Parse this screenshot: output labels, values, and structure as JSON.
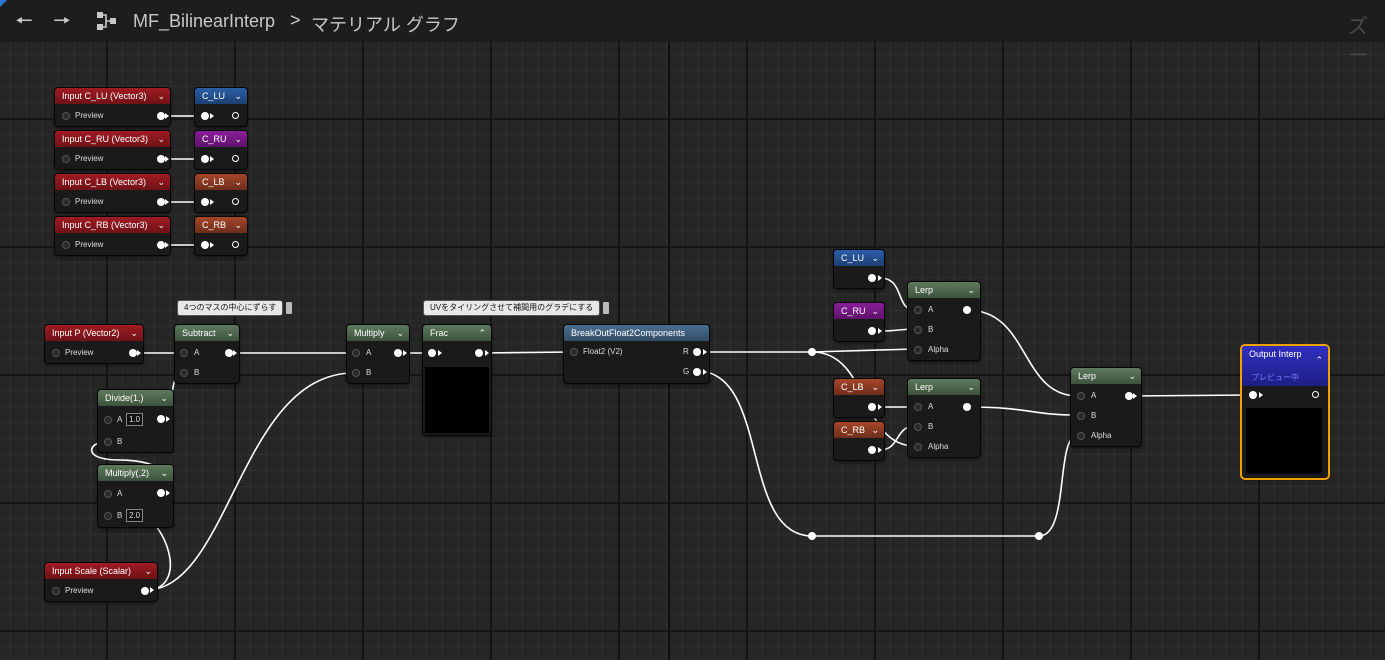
{
  "toolbar": {
    "asset_name": "MF_BilinearInterp",
    "separator": ">",
    "graph_name": "マテリアル グラフ",
    "zoom_label": "ズー",
    "back_icon": "arrow-left-icon",
    "forward_icon": "arrow-right-icon",
    "graph_icon": "graph-hierarchy-icon"
  },
  "colors": {
    "input_header": "#a01c22",
    "math_header": "#5e7a5e",
    "param_lu": "#2b5ea8",
    "param_ru": "#8a1e9a",
    "param_lb": "#a5472a",
    "break_header": "#4b6f91",
    "output_header": "#3030c0",
    "output_border": "#f0a000",
    "wire": "#ffffff"
  },
  "comments": {
    "subtract": "4つのマスの中心にずらす",
    "frac": "UVをタイリングさせて補間用のグラデにする"
  },
  "nodes": {
    "input_c_lu": {
      "title": "Input C_LU (Vector3)",
      "pin": "Preview"
    },
    "input_c_ru": {
      "title": "Input C_RU (Vector3)",
      "pin": "Preview"
    },
    "input_c_lb": {
      "title": "Input C_LB (Vector3)",
      "pin": "Preview"
    },
    "input_c_rb": {
      "title": "Input C_RB (Vector3)",
      "pin": "Preview"
    },
    "named_lu": {
      "title": "C_LU"
    },
    "named_ru": {
      "title": "C_RU"
    },
    "named_lb": {
      "title": "C_LB"
    },
    "named_rb": {
      "title": "C_RB"
    },
    "input_p": {
      "title": "Input P (Vector2)",
      "pin": "Preview"
    },
    "subtract": {
      "title": "Subtract",
      "pin_a": "A",
      "pin_b": "B"
    },
    "divide": {
      "title": "Divide(1,)",
      "pin_a": "A",
      "value_a": "1.0",
      "pin_b": "B"
    },
    "multiply2": {
      "title": "Multiply(,2)",
      "pin_a": "A",
      "pin_b": "B",
      "value_b": "2.0"
    },
    "input_scale": {
      "title": "Input Scale (Scalar)",
      "pin": "Preview"
    },
    "multiply": {
      "title": "Multiply",
      "pin_a": "A",
      "pin_b": "B"
    },
    "frac": {
      "title": "Frac"
    },
    "breakout": {
      "title": "BreakOutFloat2Components",
      "pin_in": "Float2 (V2)",
      "pin_r": "R",
      "pin_g": "G"
    },
    "get_lu": {
      "title": "C_LU"
    },
    "get_ru": {
      "title": "C_RU"
    },
    "get_lb": {
      "title": "C_LB"
    },
    "get_rb": {
      "title": "C_RB"
    },
    "lerp_top": {
      "title": "Lerp",
      "pin_a": "A",
      "pin_b": "B",
      "pin_alpha": "Alpha"
    },
    "lerp_mid": {
      "title": "Lerp",
      "pin_a": "A",
      "pin_b": "B",
      "pin_alpha": "Alpha"
    },
    "lerp_final": {
      "title": "Lerp",
      "pin_a": "A",
      "pin_b": "B",
      "pin_alpha": "Alpha"
    },
    "output": {
      "title": "Output Interp",
      "subtitle": "プレビュー中"
    }
  }
}
